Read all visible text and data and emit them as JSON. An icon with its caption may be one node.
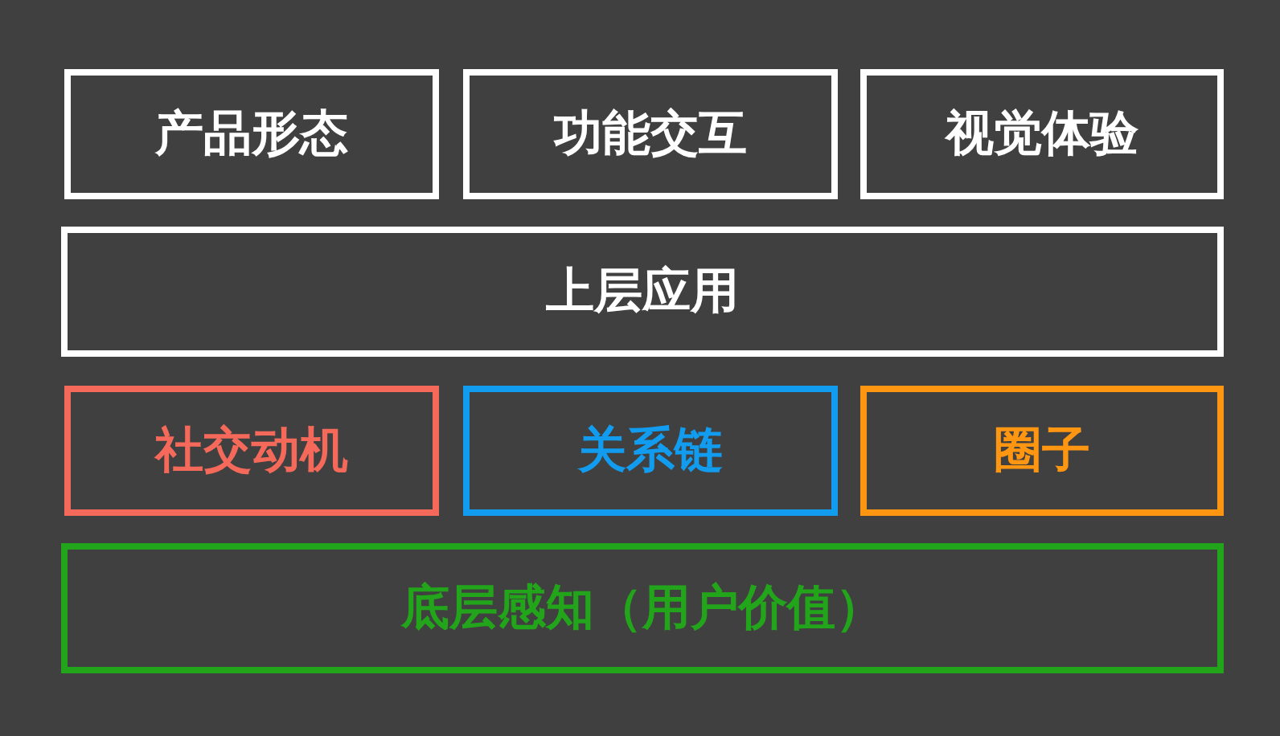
{
  "diagram": {
    "nodes": [
      {
        "text": [
          "产品形态"
        ]
      },
      {
        "text": [
          "功能交互"
        ]
      },
      {
        "text": [
          "视觉体验"
        ]
      },
      {
        "text": [
          "上层应用"
        ]
      },
      {
        "text": [
          "社交动机"
        ]
      },
      {
        "text": [
          "关系链"
        ]
      },
      {
        "text": [
          "圈子"
        ]
      },
      {
        "text": [
          "底层感知（用户价值）"
        ]
      }
    ],
    "edges": []
  }
}
